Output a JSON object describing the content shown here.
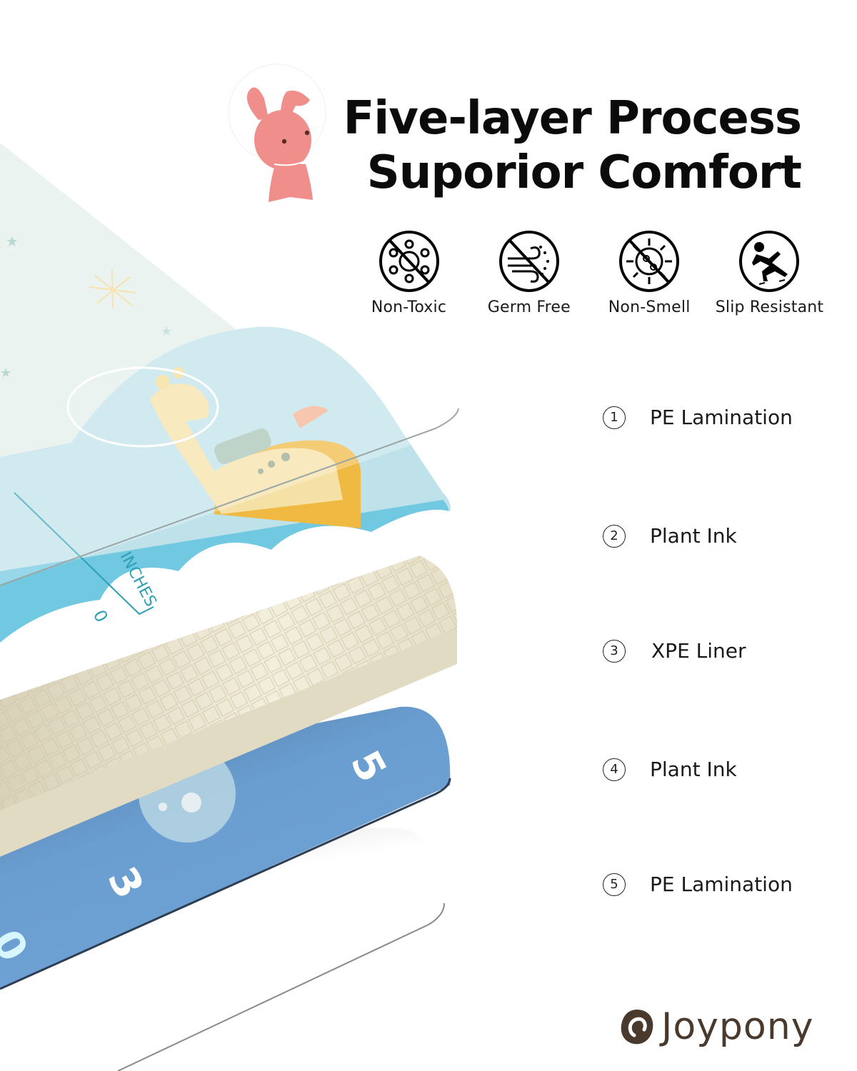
{
  "header": {
    "title_line1": "Five-layer Process",
    "title_line2": "Suporior Comfort"
  },
  "features": [
    {
      "icon": "no-virus-icon",
      "label": "Non-Toxic"
    },
    {
      "icon": "no-germ-icon",
      "label": "Germ Free"
    },
    {
      "icon": "no-smell-icon",
      "label": "Non-Smell"
    },
    {
      "icon": "slip-resistant-icon",
      "label": "Slip Resistant"
    }
  ],
  "layers": [
    {
      "number": "1",
      "label": "PE Lamination"
    },
    {
      "number": "2",
      "label": "Plant Ink"
    },
    {
      "number": "3",
      "label": "XPE Liner"
    },
    {
      "number": "4",
      "label": "Plant Ink"
    },
    {
      "number": "5",
      "label": "PE Lamination"
    }
  ],
  "illustration": {
    "ruler_label": "INCHES",
    "ruler_zero": "0",
    "blue_layer_numbers": [
      "5",
      "3",
      "0"
    ]
  },
  "brand": {
    "name": "Joypony",
    "color": "#4a3a2e"
  },
  "colors": {
    "mascot": "#f08e8c",
    "mat_top": "#e4efec",
    "mat_sky": "#bfe2ea",
    "foam": "#e9e3cf",
    "blue_layer": "#6a9dd0"
  }
}
